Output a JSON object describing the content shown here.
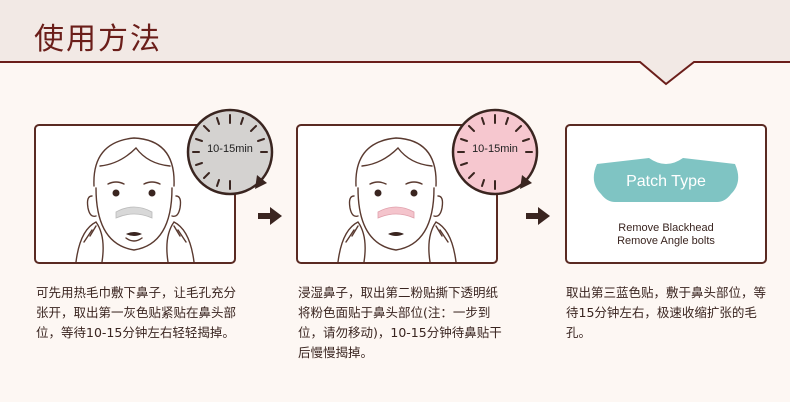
{
  "header": {
    "title": "使用方法"
  },
  "steps": [
    {
      "timer": "10-15min",
      "caption": "可先用热毛巾敷下鼻子，让毛孔充分张开，取出第一灰色贴紧贴在鼻头部位，等待10-15分钟左右轻轻揭掉。"
    },
    {
      "timer": "10-15min",
      "caption": "浸湿鼻子，取出第二粉贴撕下透明纸将粉色面贴于鼻头部位(注：一步到位，请勿移动)，10-15分钟待鼻贴干后慢慢揭掉。"
    },
    {
      "patch_label": "Patch Type",
      "desc_line1": "Remove Blackhead",
      "desc_line2": "Remove Angle bolts",
      "caption": "取出第三蓝色贴，敷于鼻头部位，等待15分钟左右，极速收缩扩张的毛孔。"
    }
  ],
  "colors": {
    "title": "#6b1e1a",
    "border": "#5a2a22",
    "header_band": "#f2e9e5",
    "clock_gray": "#d4d2d0",
    "clock_pink": "#f6c7cf",
    "patch_gray": "#d8d8d8",
    "patch_pink": "#f4c4cc",
    "patch_teal": "#7fc4c3"
  }
}
